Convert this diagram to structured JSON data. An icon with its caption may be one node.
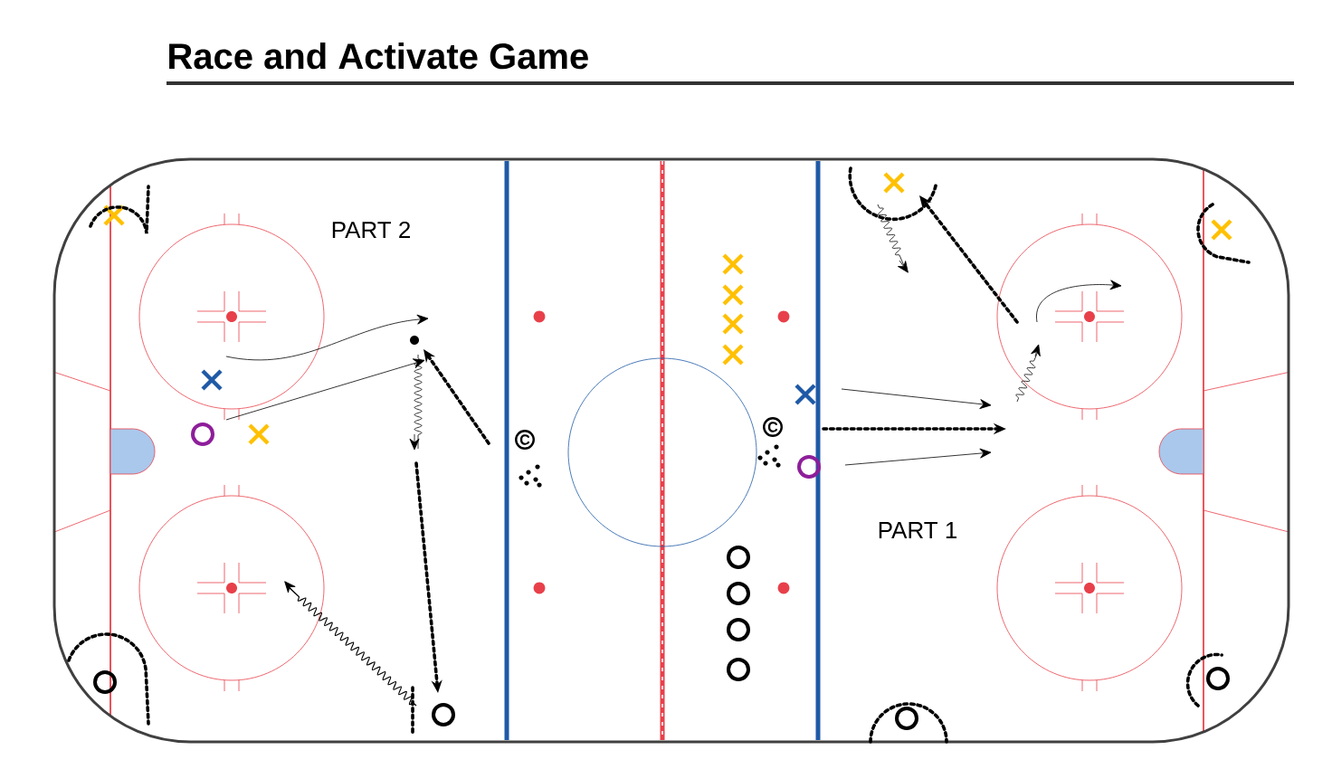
{
  "diagram": {
    "title": "Race and Activate Game",
    "labels": [
      "PART 2",
      "C",
      "C",
      "PART 1"
    ]
  }
}
